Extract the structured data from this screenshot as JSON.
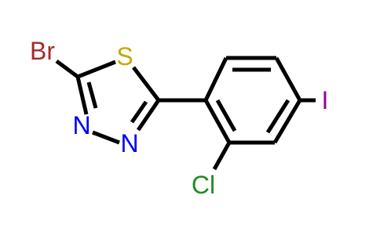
{
  "molecule": {
    "atoms": {
      "br": {
        "symbol": "Br",
        "color": "#a52a2a"
      },
      "s": {
        "symbol": "S",
        "color": "#c6a800"
      },
      "n1": {
        "symbol": "N",
        "color": "#0000ff"
      },
      "n2": {
        "symbol": "N",
        "color": "#0000ff"
      },
      "cl": {
        "symbol": "Cl",
        "color": "#228b22"
      },
      "i": {
        "symbol": "I",
        "color": "#940094"
      }
    },
    "bond_color": "#000000",
    "background": "#ffffff"
  }
}
